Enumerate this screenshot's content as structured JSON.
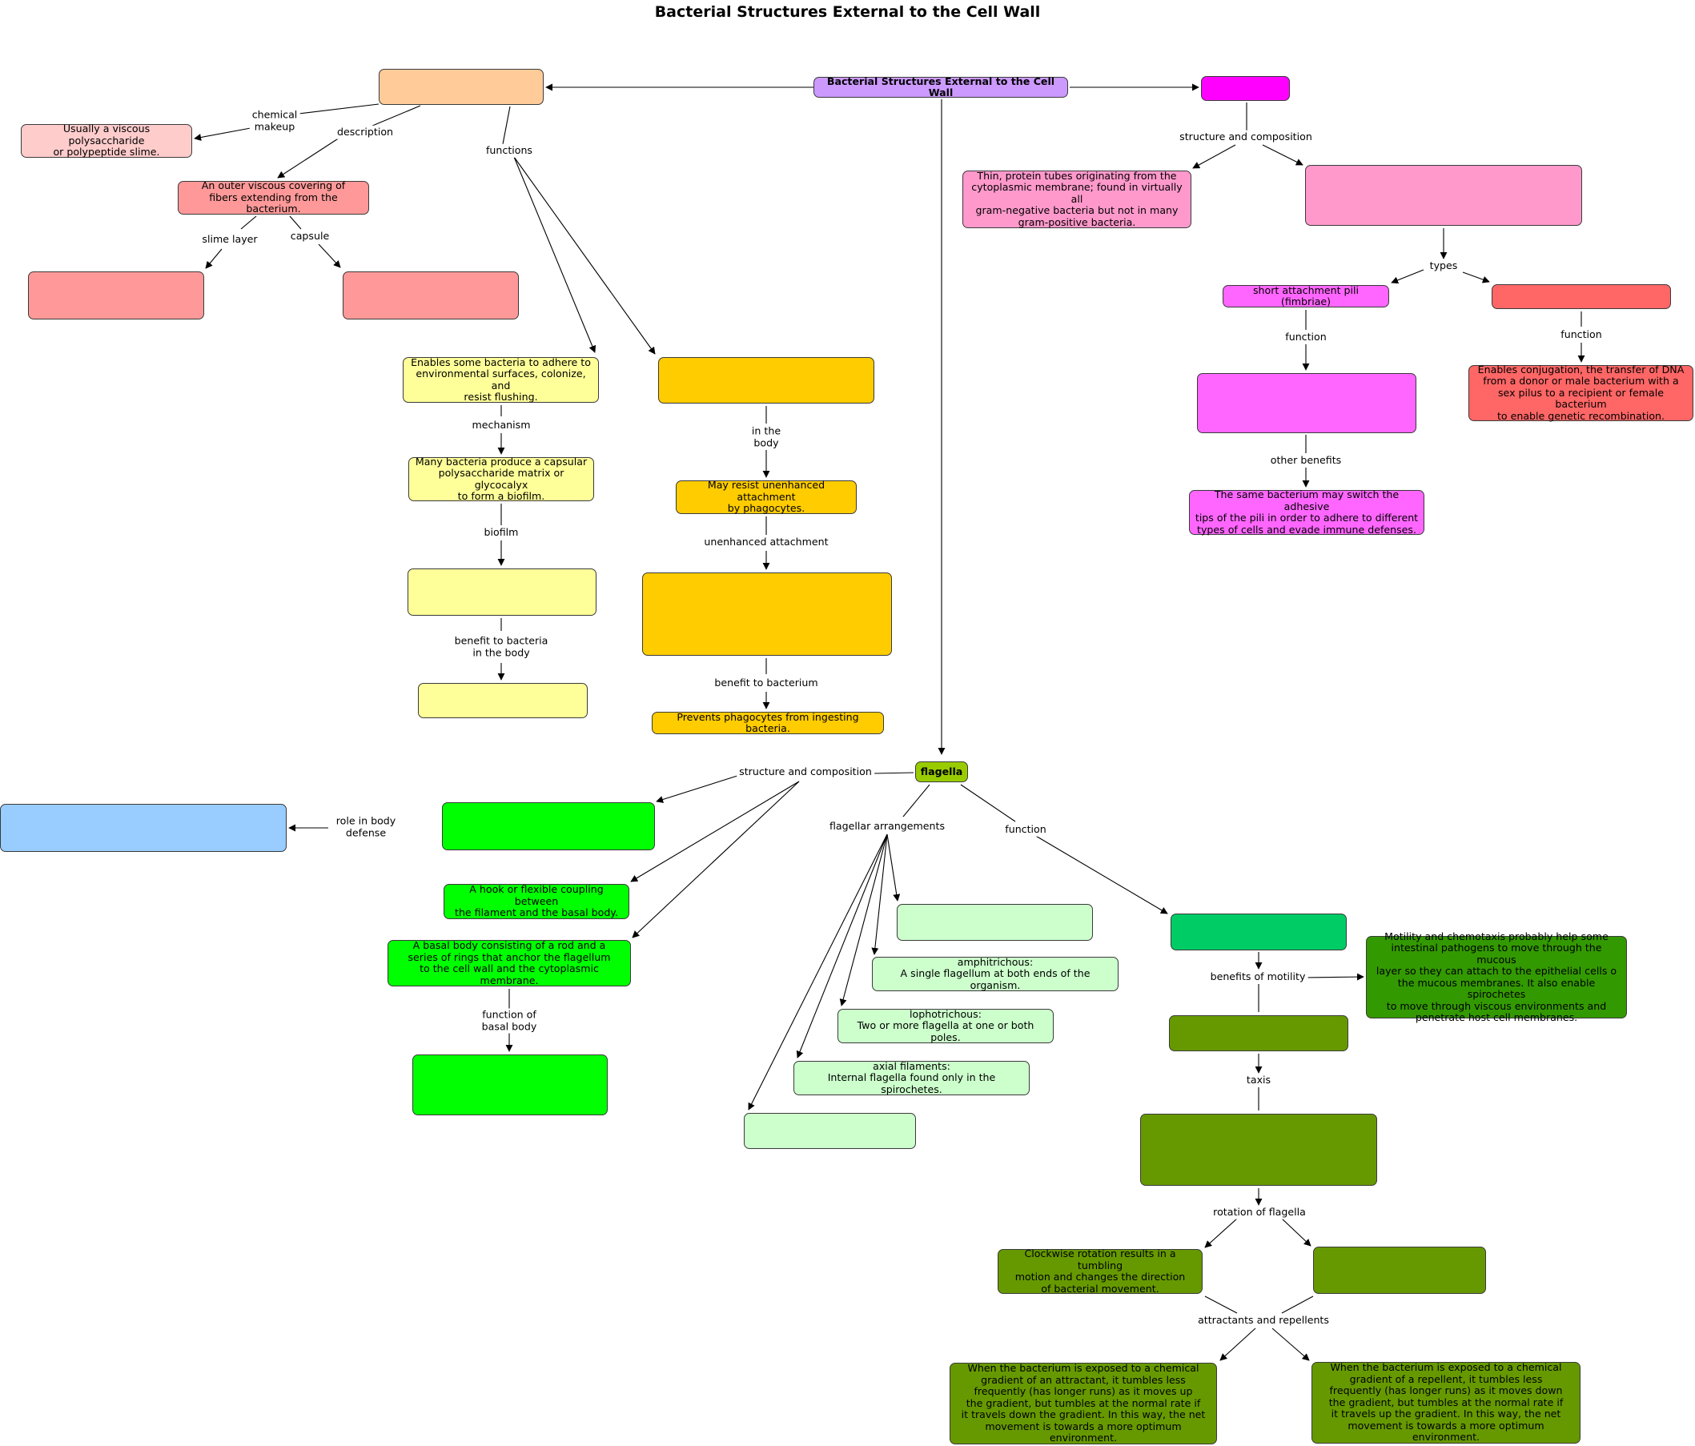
{
  "title": "Bacterial Structures External to the Cell Wall",
  "colors": {
    "root": "#cc99ff",
    "glycocalyx": "#ffcc99",
    "glycocalyx_detail": "#ff9999",
    "glycocalyx_light": "#ffcccc",
    "biofilm": "#ffff99",
    "capsule_function": "#ffcc00",
    "pili": "#ff00ff",
    "pili_light": "#ff99cc",
    "pili_mid": "#ff66ff",
    "sex_pili": "#ff6666",
    "flagella": "#99cc00",
    "flagella_green": "#00ff00",
    "defense": "#99ccff",
    "arrangements": "#ccffcc",
    "motility": "#00cc66",
    "taxis": "#669900",
    "taxis_dark": "#339900"
  },
  "nodes": [
    {
      "id": "root",
      "text": "Bacterial Structures External to the Cell Wall"
    },
    {
      "id": "glyco",
      "text": ""
    },
    {
      "id": "chem",
      "text": "Usually a viscous polysaccharide\nor polypeptide slime."
    },
    {
      "id": "desc",
      "text": "An outer viscous covering of\nfibers extending from the bacterium."
    },
    {
      "id": "slime",
      "text": ""
    },
    {
      "id": "capsule",
      "text": ""
    },
    {
      "id": "adhere",
      "text": "Enables some bacteria to adhere to\nenvironmental surfaces, colonize, and\nresist flushing."
    },
    {
      "id": "biofilm_mech",
      "text": "Many bacteria produce a capsular\npolysaccharide matrix or glycocalyx\nto form a biofilm."
    },
    {
      "id": "biofilm_box",
      "text": ""
    },
    {
      "id": "biofilm_benefit",
      "text": ""
    },
    {
      "id": "resist",
      "text": ""
    },
    {
      "id": "unenh",
      "text": "May resist unenhanced attachment\nby phagocytes."
    },
    {
      "id": "unenh_box",
      "text": ""
    },
    {
      "id": "prevents",
      "text": "Prevents phagocytes from ingesting bacteria."
    },
    {
      "id": "pili",
      "text": ""
    },
    {
      "id": "pili_desc",
      "text": "Thin, protein tubes originating from the\ncytoplasmic membrane; found in virtually all\ngram-negative bacteria but not in many\ngram-positive bacteria."
    },
    {
      "id": "pili_box",
      "text": ""
    },
    {
      "id": "short_pili",
      "text": "short attachment pili (fimbriae)"
    },
    {
      "id": "sex_pili",
      "text": ""
    },
    {
      "id": "short_func",
      "text": ""
    },
    {
      "id": "sex_func",
      "text": "Enables conjugation, the transfer of DNA\nfrom a donor or male bacterium with a\nsex pilus to a recipient or female bacterium\nto enable genetic recombination."
    },
    {
      "id": "switch",
      "text": "The same bacterium may switch the adhesive\ntips of the pili in order to adhere to different\ntypes of cells and evade immune defenses."
    },
    {
      "id": "flagella",
      "text": "flagella"
    },
    {
      "id": "filament",
      "text": ""
    },
    {
      "id": "defense",
      "text": ""
    },
    {
      "id": "hook",
      "text": "A hook or flexible coupling between\nthe filament and the basal body."
    },
    {
      "id": "basal",
      "text": "A basal body consisting of a rod and a\nseries of rings that anchor the flagellum\nto the cell wall and the cytoplasmic membrane."
    },
    {
      "id": "basal_func",
      "text": ""
    },
    {
      "id": "arr1",
      "text": ""
    },
    {
      "id": "amphi",
      "text": "amphitrichous:\nA single flagellum at both ends of the organism."
    },
    {
      "id": "lopho",
      "text": "lophotrichous:\nTwo or more flagella at one or both poles."
    },
    {
      "id": "axial",
      "text": "axial filaments:\nInternal flagella found only in the spirochetes."
    },
    {
      "id": "arr2",
      "text": ""
    },
    {
      "id": "motility",
      "text": ""
    },
    {
      "id": "motility_benefit",
      "text": "Motility and chemotaxis probably help some\nintestinal pathogens to move through the mucous\nlayer so they can attach to the epithelial cells o\nthe mucous membranes. It also enable spirochetes\nto move through viscous environments and\npenetrate host cell membranes."
    },
    {
      "id": "taxis1",
      "text": ""
    },
    {
      "id": "taxis2",
      "text": ""
    },
    {
      "id": "clockwise",
      "text": "Clockwise rotation results in a tumbling\nmotion and changes the direction\nof bacterial movement."
    },
    {
      "id": "ccw",
      "text": ""
    },
    {
      "id": "attract",
      "text": "When the bacterium is exposed to a chemical\ngradient of an attractant, it tumbles less\nfrequently (has longer runs) as it moves up\nthe gradient, but tumbles at the normal rate if\nit travels down the gradient. In this way, the net\nmovement is towards a more optimum environment."
    },
    {
      "id": "repel",
      "text": "When the bacterium is exposed to a chemical\ngradient of a repellent, it tumbles less\nfrequently (has longer runs) as it moves down\nthe gradient, but tumbles at the normal rate if\nit travels up the gradient. In this way, the net\nmovement is towards a more optimum environment."
    }
  ],
  "labels": [
    {
      "id": "chemical_makeup",
      "text": "chemical\nmakeup"
    },
    {
      "id": "description",
      "text": "description"
    },
    {
      "id": "functions",
      "text": "functions"
    },
    {
      "id": "slime_layer",
      "text": "slime layer"
    },
    {
      "id": "capsule",
      "text": "capsule"
    },
    {
      "id": "mechanism",
      "text": "mechanism"
    },
    {
      "id": "biofilm",
      "text": "biofilm"
    },
    {
      "id": "benefit_bacteria_body",
      "text": "benefit to bacteria\nin the body"
    },
    {
      "id": "in_the_body",
      "text": "in the\nbody"
    },
    {
      "id": "unenhanced_attachment",
      "text": "unenhanced attachment"
    },
    {
      "id": "benefit_bacterium",
      "text": "benefit to bacterium"
    },
    {
      "id": "structure_composition_pili",
      "text": "structure and composition"
    },
    {
      "id": "types",
      "text": "types"
    },
    {
      "id": "function_short",
      "text": "function"
    },
    {
      "id": "function_sex",
      "text": "function"
    },
    {
      "id": "other_benefits",
      "text": "other benefits"
    },
    {
      "id": "structure_composition_flag",
      "text": "structure and composition"
    },
    {
      "id": "role_body_defense",
      "text": "role in body\ndefense"
    },
    {
      "id": "function_basal",
      "text": "function of\nbasal body"
    },
    {
      "id": "flagellar_arrangements",
      "text": "flagellar arrangements"
    },
    {
      "id": "function_flag",
      "text": "function"
    },
    {
      "id": "benefits_motility",
      "text": "benefits of motility"
    },
    {
      "id": "taxis",
      "text": "taxis"
    },
    {
      "id": "rotation_flagella",
      "text": "rotation of flagella"
    },
    {
      "id": "attractants_repellents",
      "text": "attractants and repellents"
    }
  ]
}
